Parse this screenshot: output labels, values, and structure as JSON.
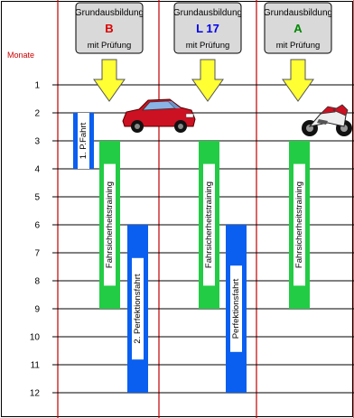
{
  "colors": {
    "grid_line": "#000000",
    "column_divider": "#c00000",
    "axis_title": "#cc0000",
    "box_fill": "#d9d9d9",
    "box_stroke": "#000000",
    "arrow_fill": "#ffff33",
    "arrow_stroke": "#555555",
    "code_red": "#dd0000",
    "code_blue": "#0000ee",
    "code_green": "#008800",
    "bar_blue": "#0a5ff0",
    "bar_green": "#22cc44",
    "label_bg": "#ffffff"
  },
  "axis": {
    "title": "Monate",
    "ticks": [
      "1",
      "2",
      "3",
      "4",
      "5",
      "6",
      "7",
      "8",
      "9",
      "10",
      "11",
      "12"
    ]
  },
  "columns": [
    {
      "header": "Grundausbildung",
      "code": "B",
      "code_color": "code_red",
      "sub": "mit Prüfung",
      "vehicle": "car-icon"
    },
    {
      "header": "Grundausbildung",
      "code": "L 17",
      "code_color": "code_blue",
      "sub": "mit Prüfung",
      "vehicle": null
    },
    {
      "header": "Grundausbildung",
      "code": "A",
      "code_color": "code_green",
      "sub": "mit Prüfung",
      "vehicle": "motorcycle-icon"
    }
  ],
  "chart_data": {
    "type": "gantt",
    "y_unit": "Monate",
    "y_range": [
      1,
      12
    ],
    "bars": [
      {
        "column": 0,
        "lane": 0,
        "label": "1. P.Fahrt",
        "start": 2,
        "end": 4,
        "color": "bar_blue"
      },
      {
        "column": 0,
        "lane": 1,
        "label": "Fahrsicherheitstraining",
        "start": 3,
        "end": 9,
        "color": "bar_green"
      },
      {
        "column": 0,
        "lane": 2,
        "label": "2. Perfektionsfahrt",
        "start": 6,
        "end": 12,
        "color": "bar_blue"
      },
      {
        "column": 1,
        "lane": 1,
        "label": "Fahrsicherheitstraining",
        "start": 3,
        "end": 9,
        "color": "bar_green"
      },
      {
        "column": 1,
        "lane": 2,
        "label": "Perfektionsfahrt",
        "start": 6,
        "end": 12,
        "color": "bar_blue"
      },
      {
        "column": 2,
        "lane": 1,
        "label": "Fahrsicherheitstraining",
        "start": 3,
        "end": 9,
        "color": "bar_green"
      }
    ]
  }
}
